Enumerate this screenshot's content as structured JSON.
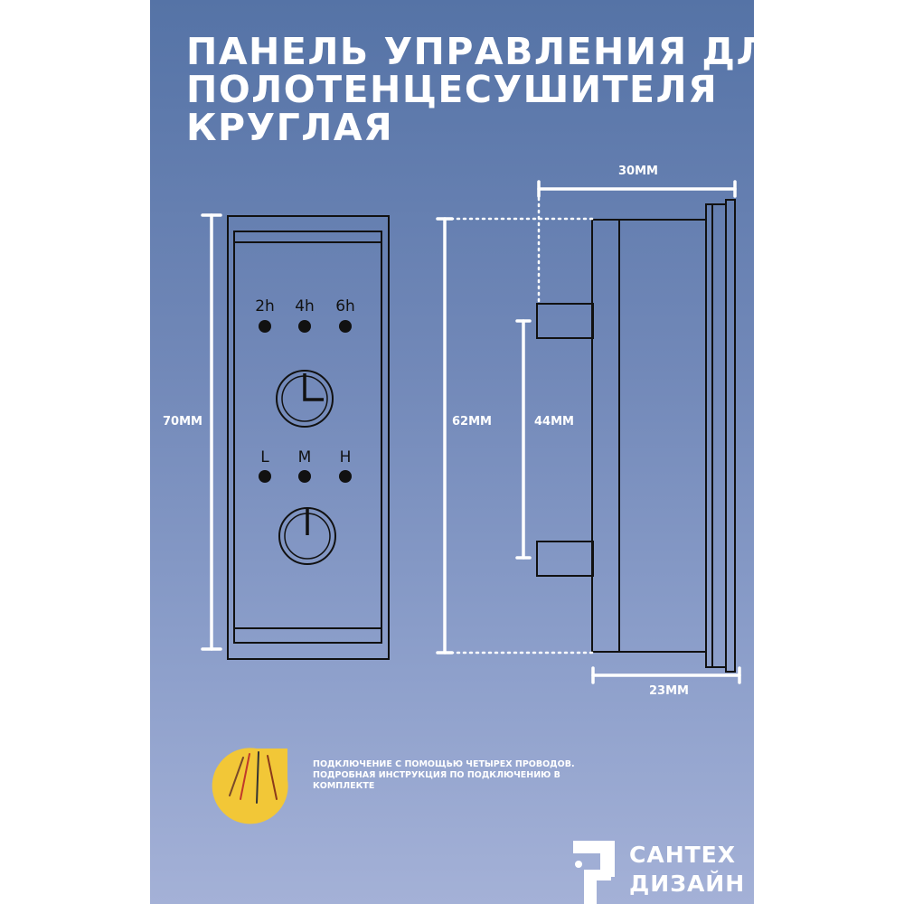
{
  "title": {
    "line1": "ПАНЕЛЬ УПРАВЛЕНИЯ ДЛЯ",
    "line2": "ПОЛОТЕНЦЕСУШИТЕЛЯ",
    "line3": "КРУГЛАЯ"
  },
  "front_view": {
    "height_label": "70ММ",
    "timer_labels": [
      "2h",
      "4h",
      "6h"
    ],
    "power_labels": [
      "L",
      "M",
      "H"
    ]
  },
  "side_view": {
    "width_label": "30ММ",
    "height_label": "62ММ",
    "mount_label": "44ММ",
    "depth_label": "23ММ"
  },
  "note": {
    "line1": "ПОДКЛЮЧЕНИЕ С ПОМОЩЬЮ ЧЕТЫРЕХ ПРОВОДОВ.",
    "line2": "ПОДРОБНАЯ ИНСТРУКЦИЯ ПО ПОДКЛЮЧЕНИЮ В",
    "line3": "КОМПЛЕКТЕ"
  },
  "brand": {
    "line1": "САНТЕХ",
    "line2": "ДИЗАЙН"
  },
  "colors": {
    "background_top": "#5573a6",
    "background_bottom": "#a4b1d7",
    "accent_yellow": "#f2c737",
    "outline": "#111111",
    "text": "#ffffff"
  }
}
